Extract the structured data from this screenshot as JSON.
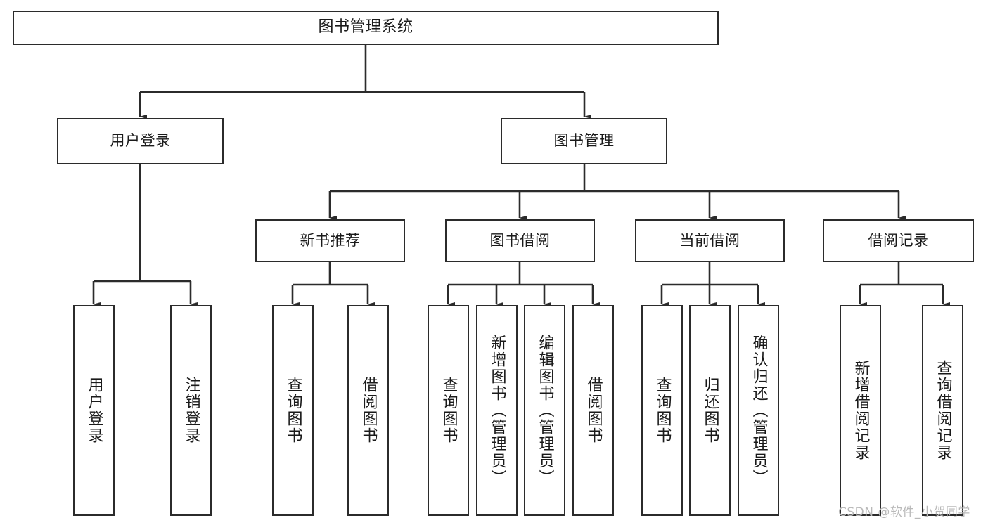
{
  "diagram": {
    "title": "图书管理系统",
    "type": "hierarchy-tree",
    "orientation": "top-down",
    "colors": {
      "stroke": "#2b2b2b",
      "fill": "#ffffff",
      "text": "#1a1a1a",
      "watermark": "#b9b9b9"
    },
    "root": {
      "label": "图书管理系统"
    },
    "level2": [
      {
        "label": "用户登录"
      },
      {
        "label": "图书管理"
      }
    ],
    "level3": [
      {
        "label": "新书推荐"
      },
      {
        "label": "图书借阅"
      },
      {
        "label": "当前借阅"
      },
      {
        "label": "借阅记录"
      }
    ],
    "leaves": {
      "user_login": [
        {
          "label": "用户登录"
        },
        {
          "label": "注销登录"
        }
      ],
      "new_book_recommend": [
        {
          "label": "查询图书"
        },
        {
          "label": "借阅图书"
        }
      ],
      "book_borrow": [
        {
          "label": "查询图书"
        },
        {
          "label": "新增图书（管理员）"
        },
        {
          "label": "编辑图书（管理员）"
        },
        {
          "label": "借阅图书"
        }
      ],
      "current_borrow": [
        {
          "label": "查询图书"
        },
        {
          "label": "归还图书"
        },
        {
          "label": "确认归还（管理员）"
        }
      ],
      "borrow_record": [
        {
          "label": "新增借阅记录"
        },
        {
          "label": "查询借阅记录"
        }
      ]
    },
    "watermark": "CSDN @软件_小贺同学"
  }
}
